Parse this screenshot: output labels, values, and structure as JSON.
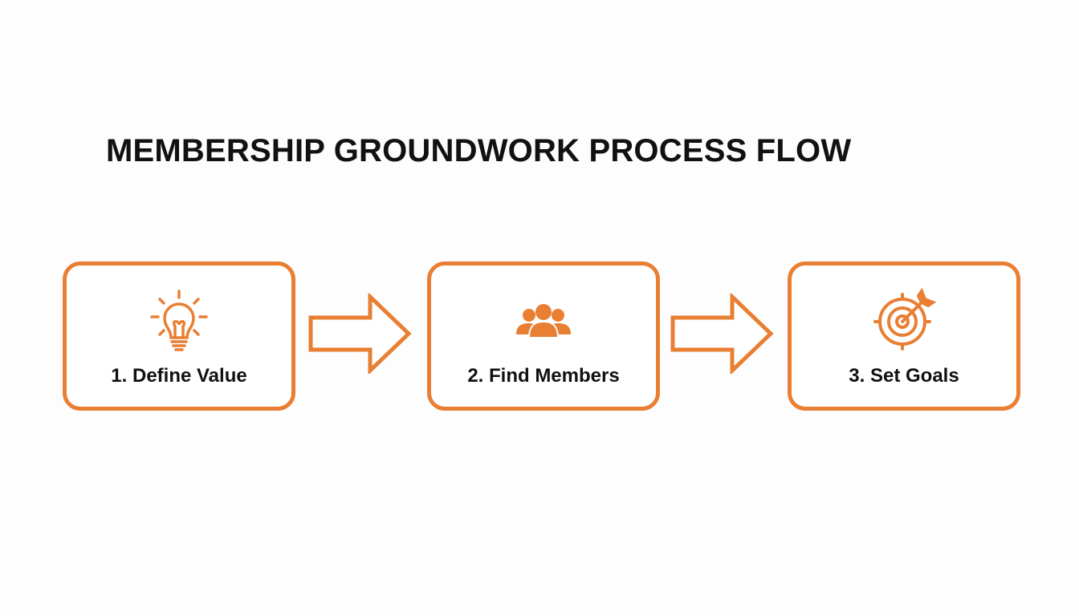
{
  "title": "MEMBERSHIP GROUNDWORK PROCESS FLOW",
  "accent_color": "#E87F33",
  "steps": [
    {
      "label": "1. Define Value",
      "icon": "lightbulb-icon"
    },
    {
      "label": "2. Find Members",
      "icon": "group-icon"
    },
    {
      "label": "3. Set Goals",
      "icon": "target-icon"
    }
  ]
}
